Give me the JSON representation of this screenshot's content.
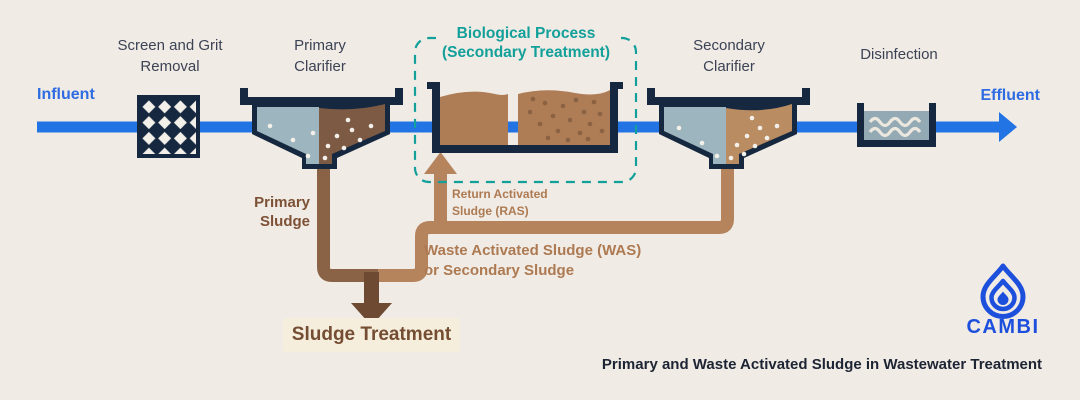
{
  "caption": "Primary and Waste Activated Sludge in Wastewater Treatment",
  "flow": {
    "influent_label": "Influent",
    "effluent_label": "Effluent"
  },
  "stages": {
    "screen": {
      "label": "Screen and Grit\nRemoval"
    },
    "primary_clarifier": {
      "label": "Primary\nClarifier"
    },
    "biological": {
      "label": "Biological Process\n(Secondary Treatment)"
    },
    "secondary_clarifier": {
      "label": "Secondary\nClarifier"
    },
    "disinfection": {
      "label": "Disinfection"
    }
  },
  "sludge": {
    "primary_label": "Primary\nSludge",
    "ras_label": "Return Activated\nSludge (RAS)",
    "was_label": "Waste Activated Sludge (WAS)\nor Secondary Sludge",
    "treatment_label": "Sludge Treatment"
  },
  "brand": {
    "name": "CAMBI",
    "icon": "water-drop-icon"
  },
  "colors": {
    "background": "#f0ebe5",
    "outline_navy": "#16283f",
    "flow_blue": "#2273e4",
    "flow_label_blue": "#2f6ce2",
    "teal": "#13a09a",
    "water_gray": "#9db5be",
    "primary_sludge_brown": "#7d5a43",
    "bio_tank_brown": "#ae7c55",
    "bio_dots_brown": "#8a6242",
    "secondary_sludge_tan": "#b98c62",
    "was_pipe_tan": "#b5835c",
    "primary_pipe_brown": "#8a6246",
    "merged_arrow_brown": "#6f4a33",
    "sludge_text_brown": "#ad7a52",
    "treatment_box_bg": "#f5eedd",
    "cambi_blue": "#1d4fdd",
    "caption_dark": "#1d2433"
  }
}
